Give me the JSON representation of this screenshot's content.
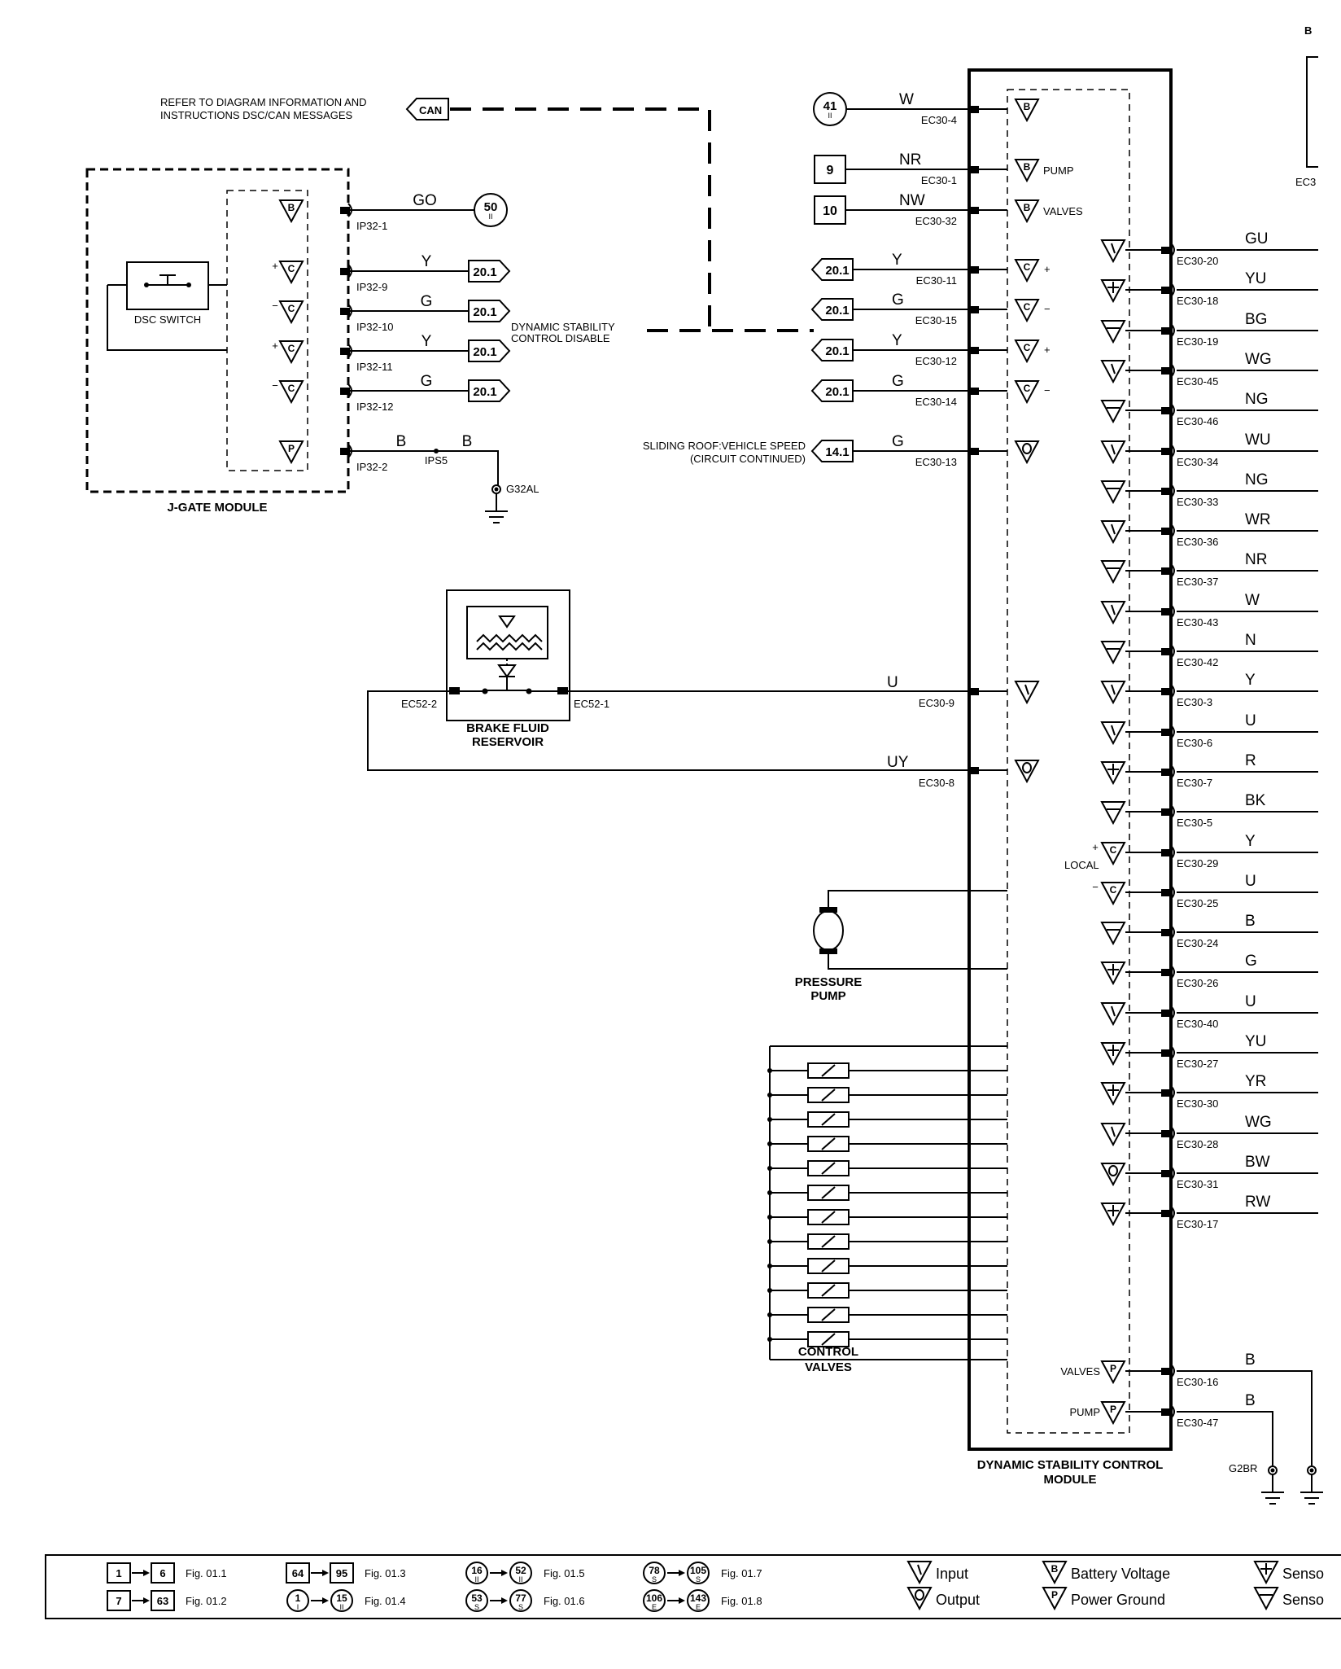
{
  "diagram": {
    "corner_label": "B",
    "corner_ec": "EC3",
    "can_note": [
      "REFER TO DIAGRAM INFORMATION AND",
      "INSTRUCTIONS DSC/CAN MESSAGES"
    ],
    "can_tag": "CAN",
    "jgate": {
      "title": "J-GATE MODULE",
      "switch_label": "DSC SWITCH",
      "pins": [
        {
          "symbol": "B",
          "pin": "IP32-1",
          "wire": "GO"
        },
        {
          "symbol": "C",
          "sign": "+",
          "pin": "IP32-9",
          "wire": "Y"
        },
        {
          "symbol": "C",
          "sign": "−",
          "pin": "IP32-10",
          "wire": "G"
        },
        {
          "symbol": "C",
          "sign": "+",
          "pin": "IP32-11",
          "wire": "Y"
        },
        {
          "symbol": "C",
          "sign": "−",
          "pin": "IP32-12",
          "wire": "G"
        },
        {
          "symbol": "P",
          "pin": "IP32-2",
          "wire": "B"
        }
      ],
      "ref_50": "50",
      "ref_50_sub": "II",
      "out_refs": [
        "20.1",
        "20.1",
        "20.1",
        "20.1"
      ],
      "disable_label": [
        "DYNAMIC STABILITY",
        "CONTROL DISABLE"
      ],
      "splice": "IPS5",
      "splice_wire": "B",
      "ground": "G32AL"
    },
    "left_pins": [
      {
        "ref": "41",
        "ref_sub": "II",
        "wire": "W",
        "pin": "EC30-4",
        "symbol": "B",
        "label": ""
      },
      {
        "ref": "9",
        "wire": "NR",
        "pin": "EC30-1",
        "symbol": "B",
        "label": "PUMP"
      },
      {
        "ref": "10",
        "wire": "NW",
        "pin": "EC30-32",
        "symbol": "B",
        "label": "VALVES"
      },
      {
        "ref": "20.1",
        "wire": "Y",
        "pin": "EC30-11",
        "symbol": "C",
        "sign": "+"
      },
      {
        "ref": "20.1",
        "wire": "G",
        "pin": "EC30-15",
        "symbol": "C",
        "sign": "−"
      },
      {
        "ref": "20.1",
        "wire": "Y",
        "pin": "EC30-12",
        "symbol": "C",
        "sign": "+"
      },
      {
        "ref": "20.1",
        "wire": "G",
        "pin": "EC30-14",
        "symbol": "C",
        "sign": "−"
      },
      {
        "ref": "14.1",
        "wire": "G",
        "pin": "EC30-13",
        "symbol": "O"
      }
    ],
    "sliding_roof_note": [
      "SLIDING ROOF:VEHICLE SPEED",
      "(CIRCUIT CONTINUED)"
    ],
    "brake_fluid": {
      "title": [
        "BRAKE FLUID",
        "RESERVOIR"
      ],
      "pin_left": "EC52-2",
      "pin_right": "EC52-1",
      "wire_top": "U",
      "pin_top": "EC30-9",
      "wire_bottom": "UY",
      "pin_bottom": "EC30-8"
    },
    "pressure_pump": [
      "PRESSURE",
      "PUMP"
    ],
    "control_valves": [
      "CONTROL",
      "VALVES"
    ],
    "right_pins": [
      {
        "sym": "I",
        "wire": "GU",
        "pin": "EC30-20"
      },
      {
        "sym": "+",
        "wire": "YU",
        "pin": "EC30-18"
      },
      {
        "sym": "−",
        "wire": "BG",
        "pin": "EC30-19"
      },
      {
        "sym": "I",
        "wire": "WG",
        "pin": "EC30-45"
      },
      {
        "sym": "−",
        "wire": "NG",
        "pin": "EC30-46"
      },
      {
        "sym": "I",
        "wire": "WU",
        "pin": "EC30-34"
      },
      {
        "sym": "−",
        "wire": "NG",
        "pin": "EC30-33"
      },
      {
        "sym": "I",
        "wire": "WR",
        "pin": "EC30-36"
      },
      {
        "sym": "−",
        "wire": "NR",
        "pin": "EC30-37"
      },
      {
        "sym": "I",
        "wire": "W",
        "pin": "EC30-43"
      },
      {
        "sym": "−",
        "wire": "N",
        "pin": "EC30-42"
      },
      {
        "sym": "I",
        "wire": "Y",
        "pin": "EC30-3"
      },
      {
        "sym": "I",
        "wire": "U",
        "pin": "EC30-6"
      },
      {
        "sym": "+",
        "wire": "R",
        "pin": "EC30-7"
      },
      {
        "sym": "−",
        "wire": "BK",
        "pin": "EC30-5"
      },
      {
        "sym": "C",
        "sign": "+",
        "wire": "Y",
        "pin": "EC30-29"
      },
      {
        "sym": "C",
        "sign": "−",
        "wire": "U",
        "pin": "EC30-25"
      },
      {
        "sym": "−",
        "wire": "B",
        "pin": "EC30-24"
      },
      {
        "sym": "+",
        "wire": "G",
        "pin": "EC30-26"
      },
      {
        "sym": "I",
        "wire": "U",
        "pin": "EC30-40"
      },
      {
        "sym": "+",
        "wire": "YU",
        "pin": "EC30-27"
      },
      {
        "sym": "+",
        "wire": "YR",
        "pin": "EC30-30"
      },
      {
        "sym": "I",
        "wire": "WG",
        "pin": "EC30-28"
      },
      {
        "sym": "O",
        "wire": "BW",
        "pin": "EC30-31"
      },
      {
        "sym": "+",
        "wire": "RW",
        "pin": "EC30-17"
      }
    ],
    "local_label": "LOCAL",
    "ground_pins": [
      {
        "label": "VALVES",
        "wire": "B",
        "pin": "EC30-16"
      },
      {
        "label": "PUMP",
        "wire": "B",
        "pin": "EC30-47"
      }
    ],
    "ground_g2br": "G2BR",
    "dsc_title": [
      "DYNAMIC STABILITY CONTROL",
      "MODULE"
    ]
  },
  "legend": {
    "figs": [
      {
        "from": "1",
        "to": "6",
        "fig": "Fig. 01.1"
      },
      {
        "from": "7",
        "to": "63",
        "fig": "Fig. 01.2"
      },
      {
        "from": "64",
        "to": "95",
        "fig": "Fig. 01.3"
      },
      {
        "from": "1",
        "from_sub": "I",
        "to": "15",
        "to_sub": "II",
        "fig": "Fig. 01.4"
      },
      {
        "from": "16",
        "from_sub": "II",
        "to": "52",
        "to_sub": "II",
        "fig": "Fig. 01.5"
      },
      {
        "from": "53",
        "from_sub": "S",
        "to": "77",
        "to_sub": "S",
        "fig": "Fig. 01.6"
      },
      {
        "from": "78",
        "from_sub": "S",
        "to": "105",
        "to_sub": "S",
        "fig": "Fig. 01.7"
      },
      {
        "from": "106",
        "from_sub": "E",
        "to": "143",
        "to_sub": "E",
        "fig": "Fig. 01.8"
      }
    ],
    "symbols": [
      {
        "sym": "I",
        "text": "Input"
      },
      {
        "sym": "O",
        "text": "Output"
      },
      {
        "sym": "B",
        "text": "Battery Voltage"
      },
      {
        "sym": "P",
        "text": "Power Ground"
      },
      {
        "sym": "+",
        "text": "Senso"
      },
      {
        "sym": "−",
        "text": "Senso"
      }
    ]
  }
}
